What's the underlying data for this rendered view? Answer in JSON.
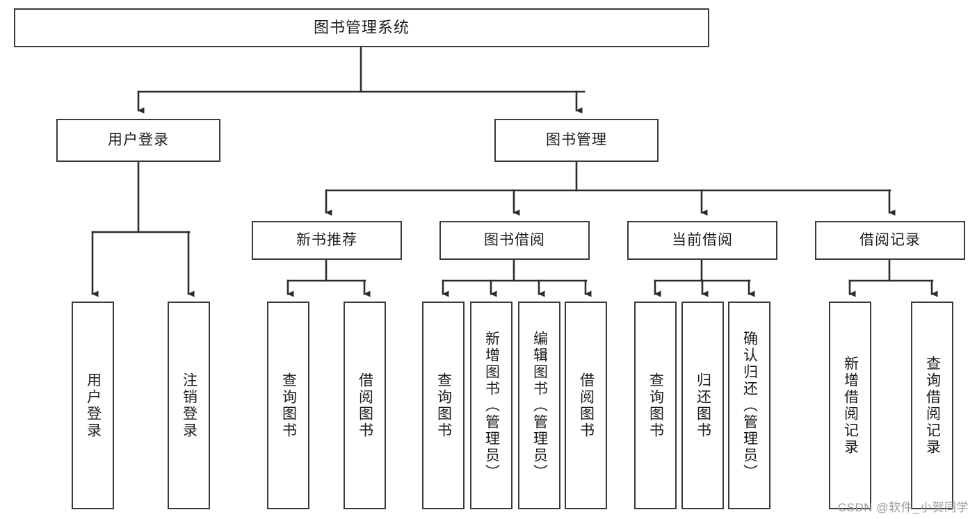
{
  "diagram": {
    "type": "tree-hierarchy",
    "title": "图书管理系统",
    "watermark": "CSDN @软件_小贺同学",
    "colors": {
      "box_border": "#3a3a3a",
      "box_fill": "#ffffff",
      "connector": "#2b2b2b",
      "text": "#1b1b1b",
      "watermark": "#9a9a9a"
    },
    "levels": {
      "root": "图书管理系统",
      "level2": [
        "用户登录",
        "图书管理"
      ],
      "level3": [
        "新书推荐",
        "图书借阅",
        "当前借阅",
        "借阅记录"
      ]
    },
    "nodes": {
      "root": "图书管理系统",
      "user_login": "用户登录",
      "book_manage": "图书管理",
      "new_book_rec": "新书推荐",
      "book_borrow": "图书借阅",
      "current_borrow": "当前借阅",
      "borrow_record": "借阅记录",
      "leaf_user_login": "用户登录",
      "leaf_logout": "注销登录",
      "leaf_query_book_1": "查询图书",
      "leaf_borrow_book_1": "借阅图书",
      "leaf_query_book_2": "查询图书",
      "leaf_add_book": "新增图书（管理员）",
      "leaf_edit_book": "编辑图书（管理员）",
      "leaf_borrow_book_2": "借阅图书",
      "leaf_query_book_3": "查询图书",
      "leaf_return_book": "归还图书",
      "leaf_confirm_return": "确认归还（管理员）",
      "leaf_add_record": "新增借阅记录",
      "leaf_query_record": "查询借阅记录"
    },
    "edges": [
      {
        "from": "root",
        "to": "user_login"
      },
      {
        "from": "root",
        "to": "book_manage"
      },
      {
        "from": "user_login",
        "to": "leaf_user_login"
      },
      {
        "from": "user_login",
        "to": "leaf_logout"
      },
      {
        "from": "book_manage",
        "to": "new_book_rec"
      },
      {
        "from": "book_manage",
        "to": "book_borrow"
      },
      {
        "from": "book_manage",
        "to": "current_borrow"
      },
      {
        "from": "book_manage",
        "to": "borrow_record"
      },
      {
        "from": "new_book_rec",
        "to": "leaf_query_book_1"
      },
      {
        "from": "new_book_rec",
        "to": "leaf_borrow_book_1"
      },
      {
        "from": "book_borrow",
        "to": "leaf_query_book_2"
      },
      {
        "from": "book_borrow",
        "to": "leaf_add_book"
      },
      {
        "from": "book_borrow",
        "to": "leaf_edit_book"
      },
      {
        "from": "book_borrow",
        "to": "leaf_borrow_book_2"
      },
      {
        "from": "current_borrow",
        "to": "leaf_query_book_3"
      },
      {
        "from": "current_borrow",
        "to": "leaf_return_book"
      },
      {
        "from": "current_borrow",
        "to": "leaf_confirm_return"
      },
      {
        "from": "borrow_record",
        "to": "leaf_add_record"
      },
      {
        "from": "borrow_record",
        "to": "leaf_query_record"
      }
    ]
  }
}
